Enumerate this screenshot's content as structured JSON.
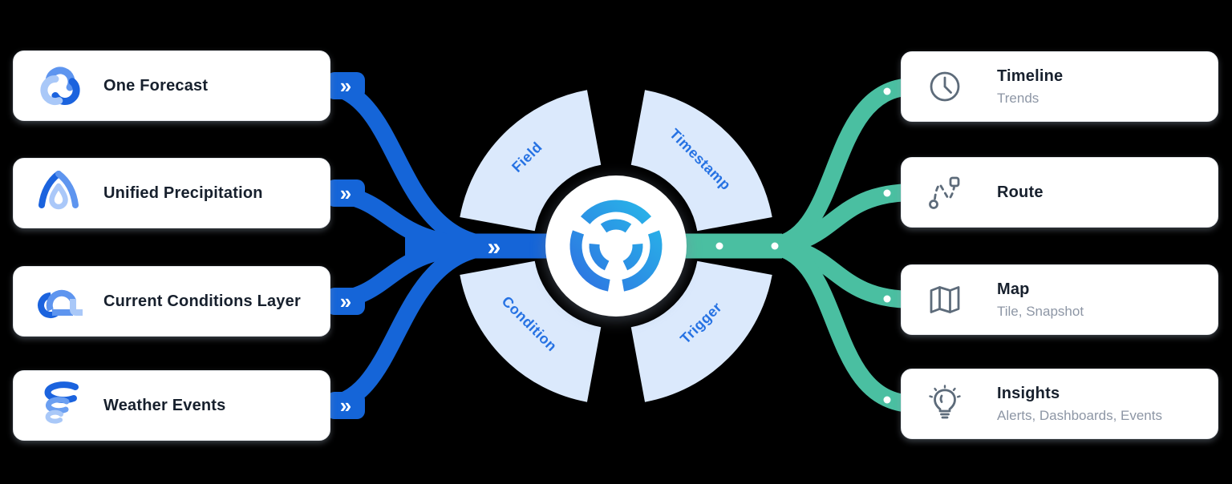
{
  "diagram": {
    "sources": [
      {
        "label": "One Forecast",
        "icon": "forecast-cyclone-icon"
      },
      {
        "label": "Unified Precipitation",
        "icon": "precipitation-drop-icon"
      },
      {
        "label": "Current Conditions Layer",
        "icon": "cloud-conditions-icon"
      },
      {
        "label": "Weather Events",
        "icon": "tornado-icon"
      }
    ],
    "hub": {
      "segment_labels": {
        "top_left": "Field",
        "top_right": "Timestamp",
        "bottom_left": "Condition",
        "bottom_right": "Trigger"
      }
    },
    "outputs": [
      {
        "title": "Timeline",
        "subtitle": "Trends",
        "icon": "clock-icon"
      },
      {
        "title": "Route",
        "icon": "route-icon"
      },
      {
        "title": "Map",
        "subtitle": "Tile, Snapshot",
        "icon": "map-icon"
      },
      {
        "title": "Insights",
        "subtitle": "Alerts, Dashboards, Events",
        "icon": "lightbulb-icon"
      }
    ],
    "glyphs": {
      "chevron": "»"
    },
    "colors": {
      "input_pipe": "#1565d8",
      "output_pipe": "#4abfa1",
      "hub_ring": "#dbe9fc",
      "hub_label": "#2672e3",
      "logo_gradient_start": "#2f66e0",
      "logo_gradient_end": "#27c3ea",
      "background": "#000000"
    }
  }
}
